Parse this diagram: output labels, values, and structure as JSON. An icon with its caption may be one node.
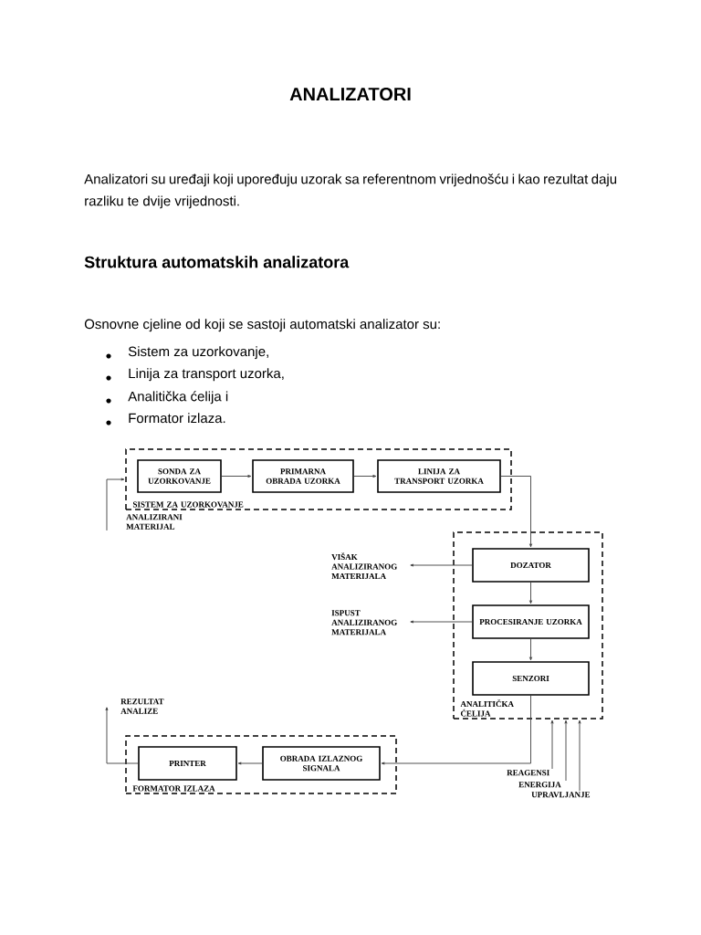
{
  "diagram": {
    "title": "ANALIZATORI",
    "nodes": [
      {
        "text": [
          "SISTEM ZA UZORKOVANJE"
        ]
      },
      {
        "text": [
          "SONDA ZA UZORKOVANJE"
        ],
        "in": 0
      },
      {
        "text": [
          "PRIMARNA OBRADA UZORKA"
        ],
        "in": 0
      },
      {
        "text": [
          "LINIJA ZA TRANSPORT UZORKA"
        ],
        "in": 0
      },
      {
        "text": [
          "ANALIZIRANI MATERIJAL"
        ]
      },
      {
        "text": [
          "ANALITIČKA ĆELIJA"
        ]
      },
      {
        "text": [
          "DOZATOR"
        ],
        "in": 5
      },
      {
        "text": [
          "PROCESIRANJE UZORKA"
        ],
        "in": 5
      },
      {
        "text": [
          "SENZORI"
        ],
        "in": 5
      },
      {
        "text": [
          "VIŠAK ANALIZIRANOG MATERIJALA"
        ]
      },
      {
        "text": [
          "ISPUST ANALIZIRANOG MATERIJALA"
        ]
      },
      {
        "text": [
          "FORMATOR IZLAZA"
        ]
      },
      {
        "text": [
          "PRINTER"
        ],
        "in": 11
      },
      {
        "text": [
          "OBRADA IZLAZNOG SIGNALA"
        ],
        "in": 11
      },
      {
        "text": [
          "REZULTAT ANALIZE"
        ]
      },
      {
        "text": [
          "REAGENSI"
        ]
      },
      {
        "text": [
          "ENERGIJA"
        ]
      },
      {
        "text": [
          "UPRAVLJANJE"
        ]
      }
    ],
    "edges": [
      {
        "from": 1,
        "to": 2,
        "arrow": "to"
      },
      {
        "from": 2,
        "to": 3,
        "arrow": "to"
      },
      {
        "from": 4,
        "to": 0,
        "arrow": "to"
      },
      {
        "from": 3,
        "to": 6,
        "arrow": "to"
      },
      {
        "from": 6,
        "to": 7,
        "arrow": "to"
      },
      {
        "from": 7,
        "to": 8,
        "arrow": "to"
      },
      {
        "from": 6,
        "to": 9,
        "arrow": "to"
      },
      {
        "from": 7,
        "to": 10,
        "arrow": "to"
      },
      {
        "from": 8,
        "to": 13,
        "arrow": "to"
      },
      {
        "from": 13,
        "to": 12,
        "arrow": "to"
      },
      {
        "from": 12,
        "to": 14,
        "arrow": "to"
      },
      {
        "from": 15,
        "to": 5,
        "arrow": "to"
      },
      {
        "from": 16,
        "to": 5,
        "arrow": "to"
      },
      {
        "from": 17,
        "to": 5,
        "arrow": "to"
      }
    ],
    "labels": [
      "Analizatori su uređaji koji upoređuju uzorak sa referentnom vrijednošću i kao rezultat daju razliku te dvije vrijednosti.",
      "Struktura automatskih analizatora",
      "Osnovne cjeline od koji se sastoji automatski analizator su:",
      "Sistem za uzorkovanje,",
      "Linija za transport uzorka,",
      "Analitička ćelija i",
      "Formator izlaza."
    ]
  }
}
